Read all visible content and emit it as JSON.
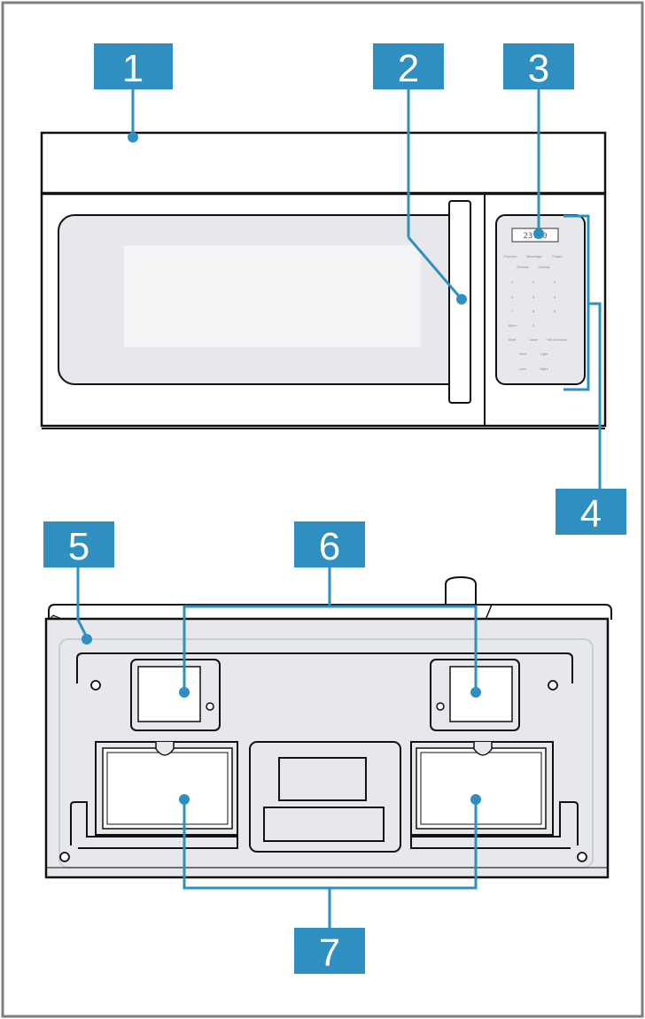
{
  "callouts": [
    {
      "id": "1",
      "label": "1"
    },
    {
      "id": "2",
      "label": "2"
    },
    {
      "id": "3",
      "label": "3"
    },
    {
      "id": "4",
      "label": "4"
    },
    {
      "id": "5",
      "label": "5"
    },
    {
      "id": "6",
      "label": "6"
    },
    {
      "id": "7",
      "label": "7"
    }
  ],
  "control_panel": {
    "display": "23:10",
    "row1": [
      "Popcorn",
      "Beverage",
      "Potato"
    ],
    "row2": [
      "Reheat",
      "Defrost"
    ],
    "keys": [
      "1",
      "2",
      "3",
      "4",
      "5",
      "6",
      "7",
      "8",
      "9",
      "Timer",
      "0"
    ],
    "row_start": [
      "Start",
      "Clear",
      "+30 Seconds"
    ],
    "row_vent": [
      "Vent",
      "Light"
    ],
    "row_lock": [
      "Lock",
      "Night"
    ]
  },
  "colors": {
    "callout": "#2e8fc0",
    "leader": "#2e8fc0",
    "outline": "#111111",
    "frame": "#7f7f7f",
    "panel": "#e6e8ec"
  }
}
